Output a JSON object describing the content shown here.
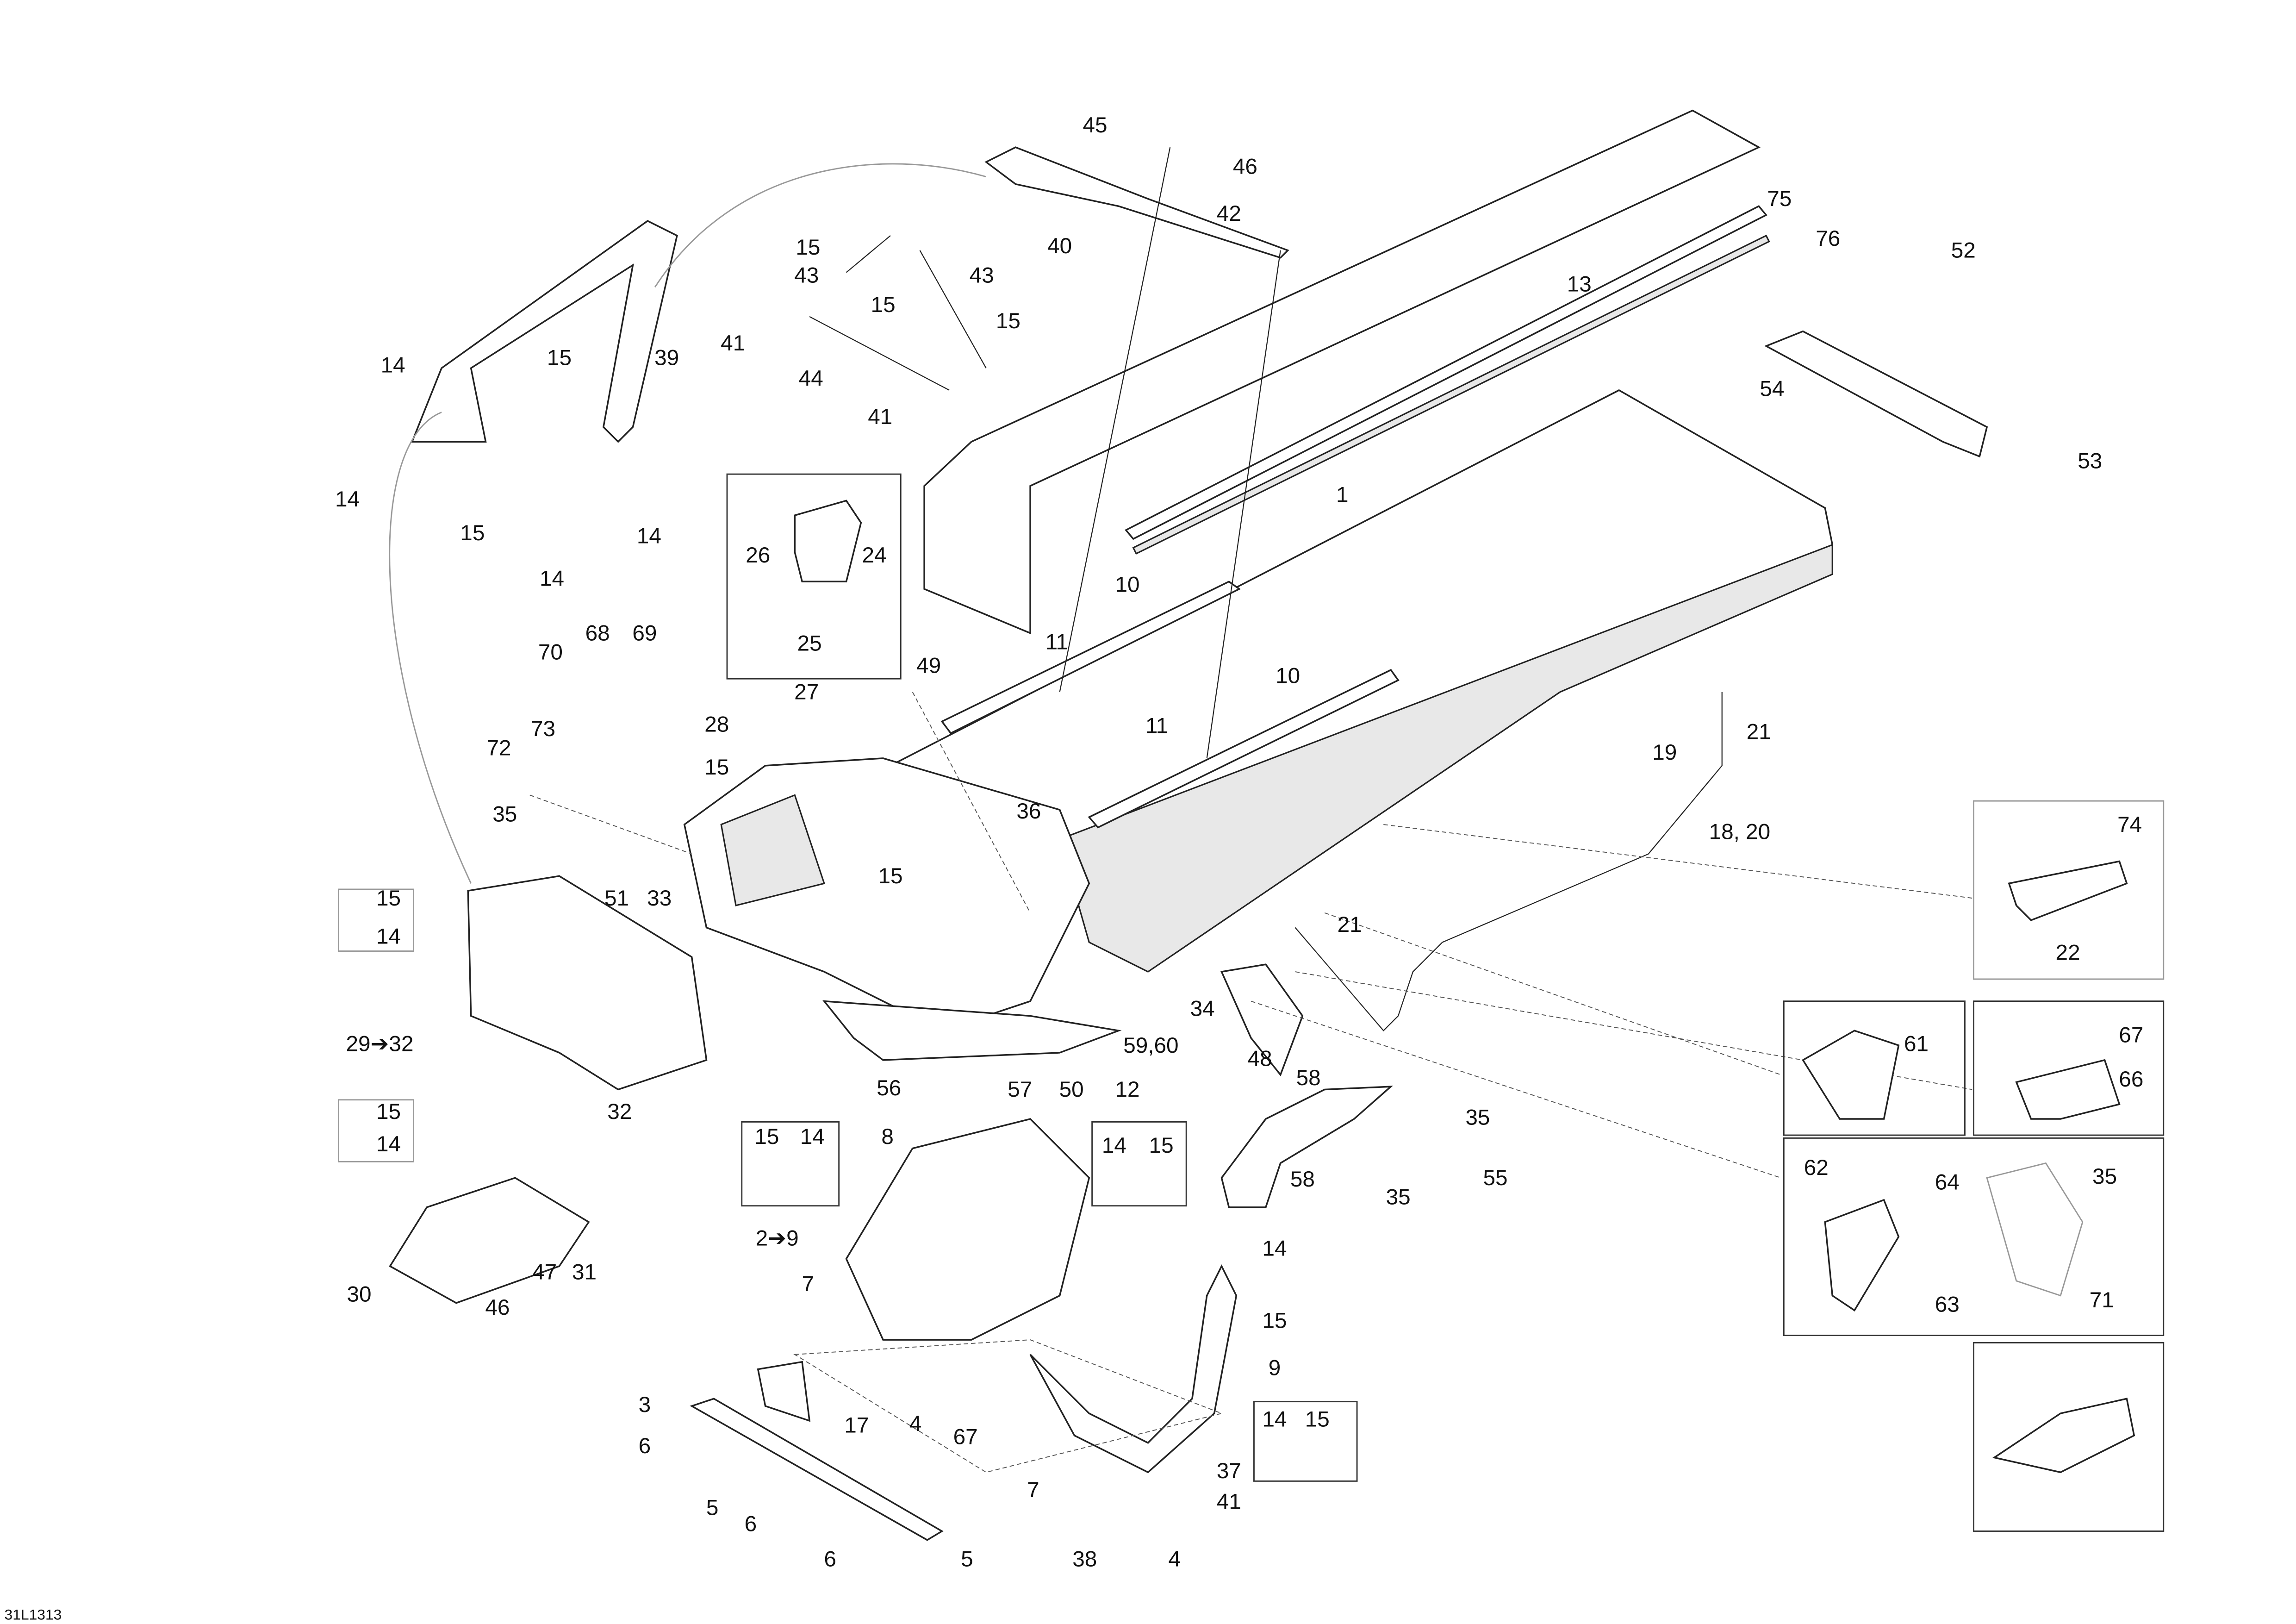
{
  "diagram": {
    "illustration_code": "31L1313",
    "callouts": [
      "45",
      "46",
      "42",
      "15",
      "43",
      "15",
      "40",
      "43",
      "15",
      "41",
      "44",
      "41",
      "13",
      "75",
      "76",
      "52",
      "54",
      "53",
      "1",
      "39",
      "14",
      "15",
      "14",
      "15",
      "14",
      "14",
      "26",
      "24",
      "25",
      "10",
      "11",
      "10",
      "11",
      "49",
      "27",
      "28",
      "70",
      "68",
      "69",
      "73",
      "72",
      "15",
      "35",
      "36",
      "15",
      "19",
      "21",
      "18, 20",
      "21",
      "74",
      "22",
      "15",
      "14",
      "51",
      "33",
      "29➔32",
      "32",
      "56",
      "57",
      "50",
      "59,60",
      "12",
      "34",
      "48",
      "58",
      "58",
      "35",
      "55",
      "35",
      "61",
      "67",
      "66",
      "62",
      "64",
      "35",
      "63",
      "71",
      "15",
      "14",
      "30",
      "47",
      "31",
      "46",
      "15",
      "14",
      "8",
      "14",
      "15",
      "2➔9",
      "7",
      "14",
      "15",
      "9",
      "3",
      "17",
      "6",
      "4",
      "67",
      "5",
      "6",
      "6",
      "5",
      "7",
      "38",
      "4",
      "37",
      "41",
      "14",
      "15"
    ]
  }
}
